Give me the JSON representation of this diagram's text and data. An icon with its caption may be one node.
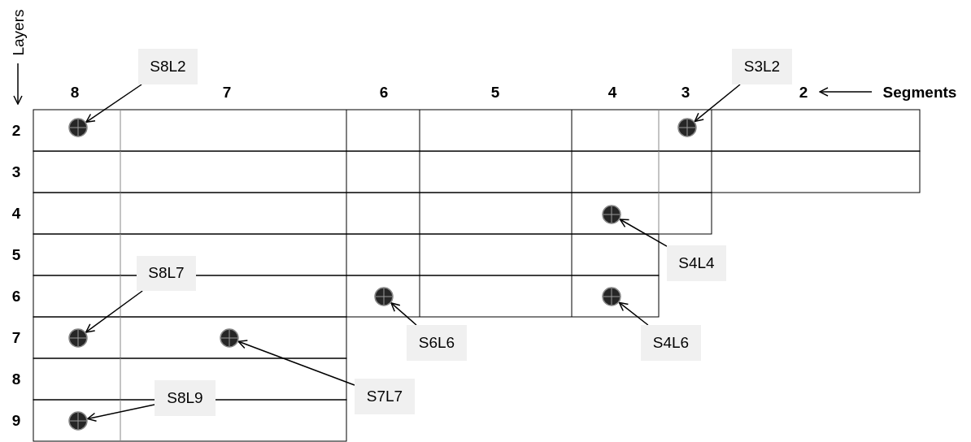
{
  "diagram": {
    "nodes": [
      {
        "text": [
          "S8L2"
        ]
      },
      {
        "text": [],
        "shape": "circle"
      },
      {
        "text": [
          "S3L2"
        ]
      },
      {
        "text": [],
        "shape": "circle"
      },
      {
        "text": [],
        "shape": "circle"
      },
      {
        "text": [
          "S4L4"
        ]
      },
      {
        "text": [
          "S8L7"
        ]
      },
      {
        "text": [],
        "shape": "circle"
      },
      {
        "text": [],
        "shape": "circle"
      },
      {
        "text": [],
        "shape": "circle"
      },
      {
        "text": [],
        "shape": "circle"
      },
      {
        "text": [
          "S6L6"
        ]
      },
      {
        "text": [
          "S4L6"
        ]
      },
      {
        "text": [
          "S7L7"
        ]
      },
      {
        "text": [
          "S8L9"
        ]
      },
      {
        "text": [],
        "shape": "circle"
      }
    ],
    "edges": [
      {
        "from": 0,
        "to": 1,
        "arrow": "to"
      },
      {
        "from": 2,
        "to": 3,
        "arrow": "to"
      },
      {
        "from": 5,
        "to": 4,
        "arrow": "to"
      },
      {
        "from": 6,
        "to": 9,
        "arrow": "to"
      },
      {
        "from": 11,
        "to": 7,
        "arrow": "to"
      },
      {
        "from": 12,
        "to": 8,
        "arrow": "to"
      },
      {
        "from": 13,
        "to": 10,
        "arrow": "to"
      },
      {
        "from": 14,
        "to": 15,
        "arrow": "to"
      }
    ],
    "labels": [
      "Layers",
      "8",
      "7",
      "6",
      "5",
      "4",
      "3",
      "2",
      "Segments",
      "2",
      "3",
      "4",
      "5",
      "6",
      "7",
      "8",
      "9"
    ]
  }
}
